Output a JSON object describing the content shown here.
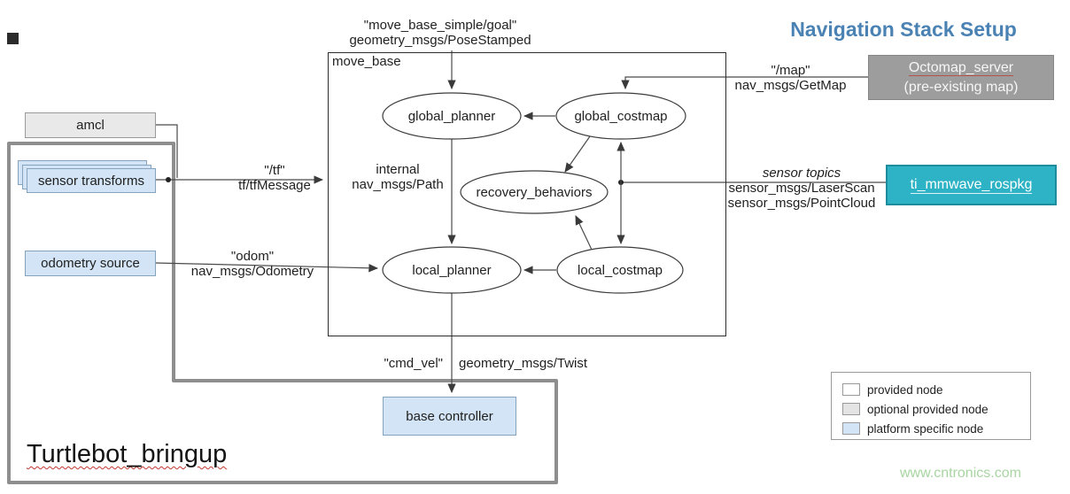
{
  "title": "Navigation Stack Setup",
  "watermark": "www.cntronics.com",
  "move_base": {
    "label": "move_base",
    "nodes": {
      "global_planner": "global_planner",
      "global_costmap": "global_costmap",
      "recovery_behaviors": "recovery_behaviors",
      "local_planner": "local_planner",
      "local_costmap": "local_costmap"
    },
    "internal": {
      "line1": "internal",
      "line2": "nav_msgs/Path"
    }
  },
  "topics": {
    "goal": {
      "line1": "\"move_base_simple/goal\"",
      "line2": "geometry_msgs/PoseStamped"
    },
    "map": {
      "line1": "\"/map\"",
      "line2": "nav_msgs/GetMap"
    },
    "sensor": {
      "line1": "sensor topics",
      "line2": "sensor_msgs/LaserScan",
      "line3": "sensor_msgs/PointCloud"
    },
    "tf": {
      "line1": "\"/tf\"",
      "line2": "tf/tfMessage"
    },
    "odom": {
      "line1": "\"odom\"",
      "line2": "nav_msgs/Odometry"
    },
    "cmd_vel": {
      "left": "\"cmd_vel\"",
      "right": "geometry_msgs/Twist"
    }
  },
  "nodes": {
    "amcl": "amcl",
    "sensor_transforms": "sensor transforms",
    "odometry_source": "odometry source",
    "base_controller": "base controller",
    "octomap": {
      "line1": "Octomap_server",
      "line2": "(pre-existing  map)"
    },
    "ti_mmwave": "ti_mmwave_rospkg"
  },
  "groups": {
    "turtlebot_bringup": "Turtlebot_bringup"
  },
  "legend": {
    "items": [
      {
        "label": "provided node",
        "color": "#ffffff"
      },
      {
        "label": "optional provided node",
        "color": "#e4e4e4"
      },
      {
        "label": "platform specific node",
        "color": "#d2e4f5"
      }
    ]
  },
  "colors": {
    "title_blue": "#4a82b4",
    "node_blue": "#d2e4f5",
    "node_gray": "#e9e9e9",
    "octomap_gray": "#9d9d9d",
    "ti_teal": "#2eb3c6",
    "watermark_green": "#a8d5a2"
  }
}
